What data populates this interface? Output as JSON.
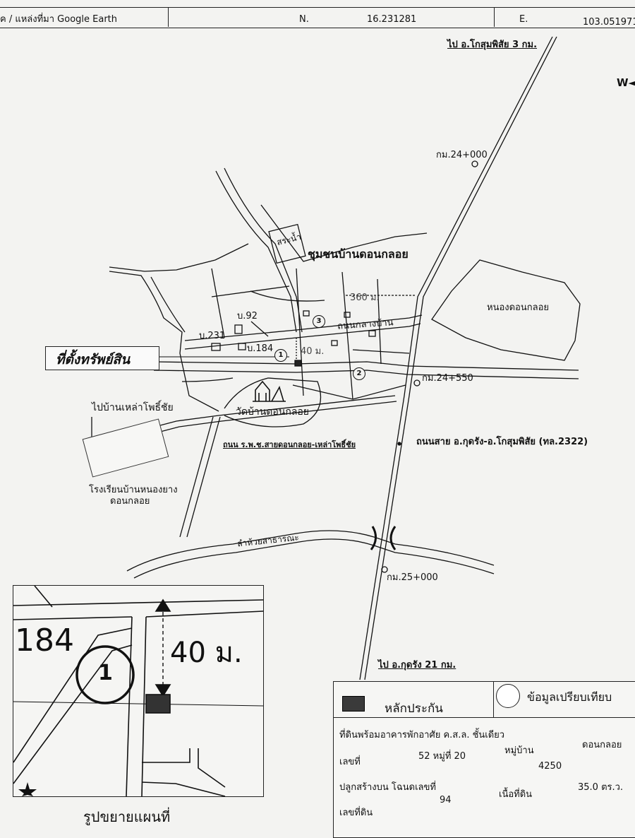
{
  "header": {
    "source": "ค / แหล่งที่มา Google Earth",
    "north_label": "N.",
    "north_value": "16.231281",
    "east_label": "E.",
    "east_value": "103.051971"
  },
  "map": {
    "compass": "W◄",
    "to_kosum": "ไป อ.โกสุมพิสัย 3 กม.",
    "km_24000": "กม.24+000",
    "pond": "สระน้ำ",
    "community": "ชุมชนบ้านดอนกลอย",
    "swamp": "หนองดอนกลอย",
    "dist_360": "360 ม.",
    "village_road": "ถนนกลางบ้าน",
    "b92": "บ.92",
    "b231": "บ.231",
    "b184": "บ.184",
    "dist_40": "40 ม.",
    "asset_location": "ที่ตั้งทรัพย์สิน",
    "km_24550": "กม.24+550",
    "to_lao": "ไปบ้านเหล่าโพธิ์ชัย",
    "temple": "วัดบ้านดอนกลอย",
    "road_rpc": "ถนน ร.พ.ช.สายดอนกลอย-เหล่าโพธิ์ชัย",
    "highway": "ถนนสาย อ.กุดรัง-อ.โกสุมพิสัย (ทล.2322)",
    "school_line1": "โรงเรียนบ้านหนองยาง",
    "school_line2": "ดอนกลอย",
    "canal": "ลำห้วยสาธารณะ",
    "km_25000": "กม.25+000",
    "to_kudrang": "ไป อ.กุดรัง 21 กม.",
    "marker1": "1",
    "marker2": "2",
    "marker3": "3"
  },
  "inset": {
    "lot": "184",
    "distance": "40 ม.",
    "marker": "1",
    "caption": "รูปขยายแผนที่"
  },
  "legend": {
    "collateral": "หลักประกัน",
    "comparison": "ข้อมูลเปรียบเทียบ",
    "description": "ที่ดินพร้อมอาคารพักอาศัย ค.ส.ล. ชั้นเดียว",
    "house_no_label": "เลขที่",
    "house_no_value": "52 หมู่ที่ 20",
    "village_label": "หมู่บ้าน",
    "village_value": "ดอนกลอย",
    "deed_label": "ปลูกสร้างบน โฉนดเลขที่",
    "deed_value": "4250",
    "parcel_label": "เลขที่ดิน",
    "parcel_value": "94",
    "area_label": "เนื้อที่ดิน",
    "area_value": "35.0 ตร.ว."
  }
}
